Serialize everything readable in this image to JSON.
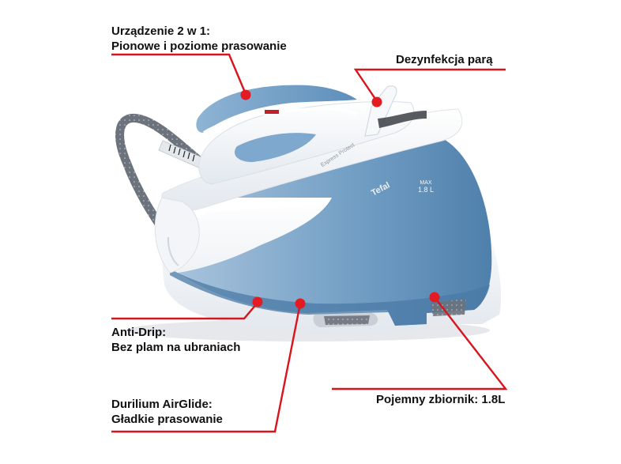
{
  "product": {
    "brand": "Tefal",
    "model_text": "Express Protect",
    "tank_capacity": {
      "label": "MAX",
      "value": "1.8 L"
    }
  },
  "colors": {
    "callout_red": "#d8141c",
    "label_text": "#111111",
    "body_blue": "#5b8fb9",
    "body_white": "#f4f6f8",
    "cord_gray": "#6e7580"
  },
  "callouts": [
    {
      "id": "two-in-one",
      "title": "Urządzenie 2 w 1:",
      "subtitle": "Pionowe i poziome prasowanie"
    },
    {
      "id": "steam-disinfection",
      "title": "Dezynfekcja parą",
      "subtitle": ""
    },
    {
      "id": "anti-drip",
      "title": "Anti-Drip:",
      "subtitle": "Bez plam na ubraniach"
    },
    {
      "id": "soleplate",
      "title": "Durilium AirGlide:",
      "subtitle": "Gładkie prasowanie"
    },
    {
      "id": "tank",
      "title": "Pojemny zbiornik: 1.8L",
      "subtitle": ""
    }
  ]
}
